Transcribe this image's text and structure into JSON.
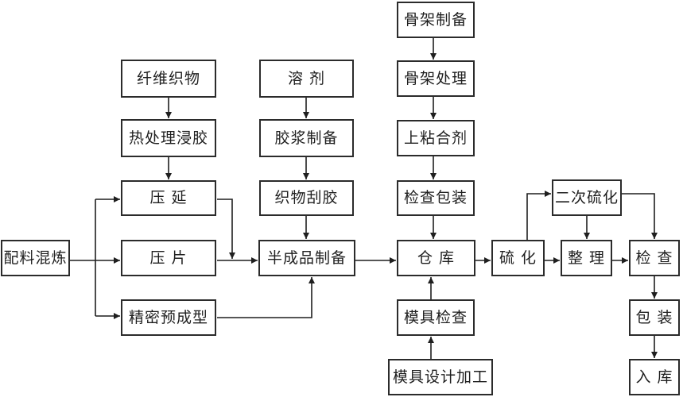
{
  "diagram": {
    "type": "flowchart",
    "language": "zh-CN",
    "colors": {
      "background": "#ffffff",
      "box_fill": "#ffffff",
      "box_border": "#2b2b2b",
      "line": "#1f1f1f",
      "text": "#1f1f1f"
    },
    "nodes": {
      "peiliao_hunlian": {
        "label": "配料混炼"
      },
      "xianwei_zhiwu": {
        "label": "纤维织物"
      },
      "rechuli_jinjiao": {
        "label": "热处理浸胶"
      },
      "yayan": {
        "label": "压 延"
      },
      "yapian": {
        "label": "压 片"
      },
      "jingmi_yuchengxing": {
        "label": "精密预成型"
      },
      "rongji": {
        "label": "溶 剂"
      },
      "jiaojiang_zhibei": {
        "label": "胶浆制备"
      },
      "zhiwu_guajiao": {
        "label": "织物刮胶"
      },
      "banchengpin_zhibei": {
        "label": "半成品制备"
      },
      "gujia_zhibei": {
        "label": "骨架制备"
      },
      "gujia_chuli": {
        "label": "骨架处理"
      },
      "shang_nianheji": {
        "label": "上粘合剂"
      },
      "jiancha_baozhuang": {
        "label": "检查包装"
      },
      "cangku": {
        "label": "仓 库"
      },
      "muju_jiancha": {
        "label": "模具检查"
      },
      "muju_sheji_jiagong": {
        "label": "模具设计加工"
      },
      "liuhua": {
        "label": "硫 化"
      },
      "erci_liuhua": {
        "label": "二次硫化"
      },
      "zhengli": {
        "label": "整 理"
      },
      "jiancha": {
        "label": "检 查"
      },
      "baozhuang": {
        "label": "包 装"
      },
      "ruku": {
        "label": "入 库"
      }
    },
    "edges": [
      {
        "from": "纤维织物",
        "to": "热处理浸胶"
      },
      {
        "from": "热处理浸胶",
        "to": "压延"
      },
      {
        "from": "配料混炼",
        "to": "压延"
      },
      {
        "from": "配料混炼",
        "to": "压片"
      },
      {
        "from": "配料混炼",
        "to": "精密预成型"
      },
      {
        "from": "溶剂",
        "to": "胶浆制备"
      },
      {
        "from": "胶浆制备",
        "to": "织物刮胶"
      },
      {
        "from": "织物刮胶",
        "to": "半成品制备"
      },
      {
        "from": "压延",
        "to": "半成品制备"
      },
      {
        "from": "压片",
        "to": "半成品制备"
      },
      {
        "from": "精密预成型",
        "to": "半成品制备"
      },
      {
        "from": "骨架制备",
        "to": "骨架处理"
      },
      {
        "from": "骨架处理",
        "to": "上粘合剂"
      },
      {
        "from": "上粘合剂",
        "to": "检查包装"
      },
      {
        "from": "检查包装",
        "to": "仓库"
      },
      {
        "from": "半成品制备",
        "to": "仓库"
      },
      {
        "from": "模具设计加工",
        "to": "模具检查"
      },
      {
        "from": "模具检查",
        "to": "仓库"
      },
      {
        "from": "仓库",
        "to": "硫化"
      },
      {
        "from": "硫化",
        "to": "整理"
      },
      {
        "from": "硫化",
        "to": "二次硫化"
      },
      {
        "from": "二次硫化",
        "to": "整理"
      },
      {
        "from": "二次硫化",
        "to": "检查"
      },
      {
        "from": "整理",
        "to": "检查"
      },
      {
        "from": "检查",
        "to": "包装"
      },
      {
        "from": "包装",
        "to": "入库"
      }
    ]
  }
}
